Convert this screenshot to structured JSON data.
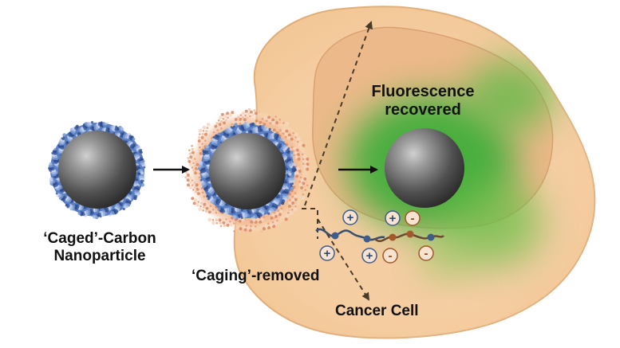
{
  "labels": {
    "caged_line1": "‘Caged’-Carbon",
    "caged_line2": "Nanoparticle",
    "caging_removed": "‘Caging’-removed",
    "fluorescence_line1": "Fluorescence",
    "fluorescence_line2": "recovered",
    "cancer_cell": "Cancer Cell"
  },
  "charges": {
    "positive": "+",
    "negative": "-"
  },
  "colors": {
    "cell_fill": "#f3c898",
    "cell_edge": "#e0ad78",
    "nucleus_fill": "#ebb989",
    "fluorescence": "#3fae3a",
    "coating": "#5b7fc4",
    "halo": "#e9a883",
    "sphere_dark": "#2e2e2e",
    "sphere_light": "#b5b5b5",
    "chain": "#3a4f6e",
    "bead_positive": "#3e5d8a",
    "bead_negative": "#a2582a",
    "arrow": "#111111",
    "dashed": "#4a3a2a"
  }
}
